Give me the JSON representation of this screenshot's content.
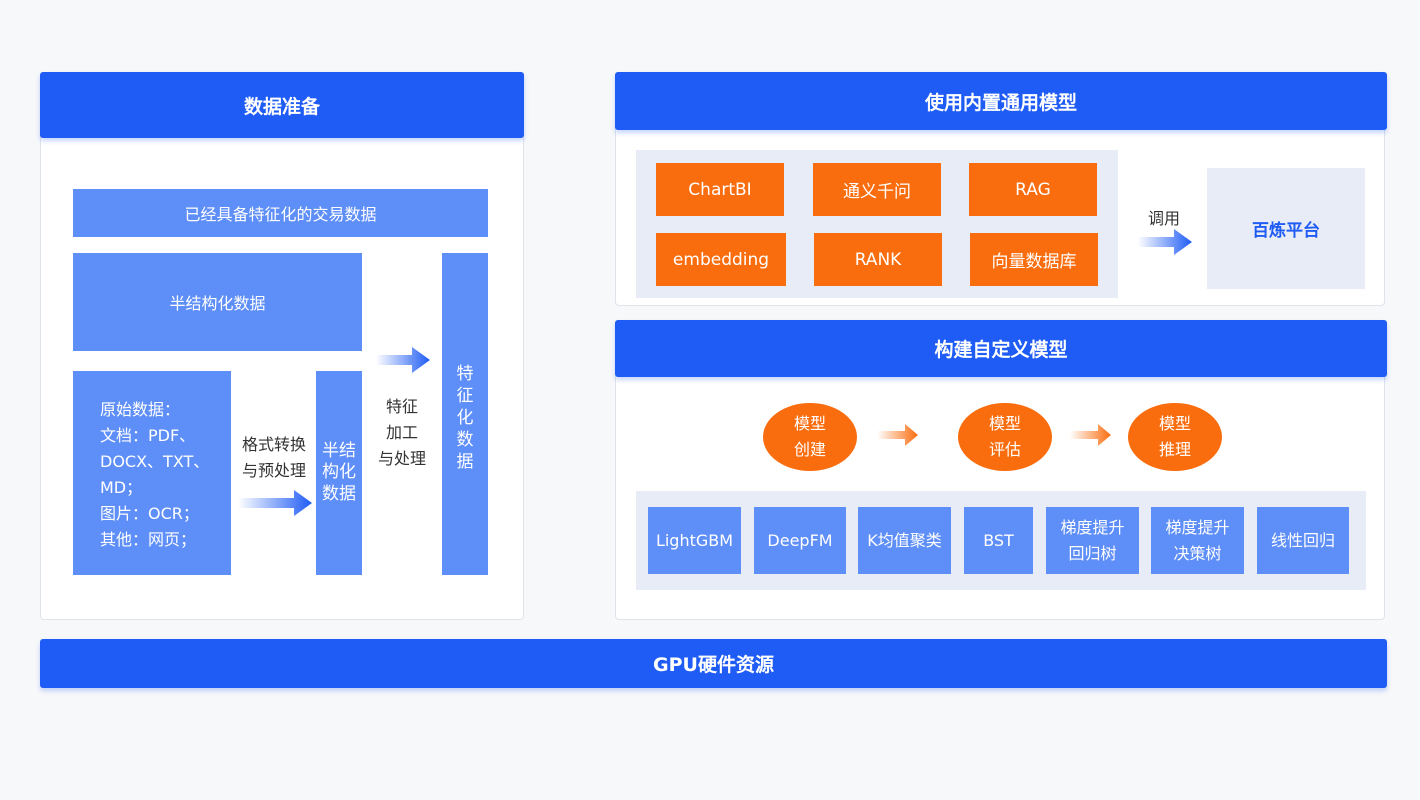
{
  "colors": {
    "header_blue": "#1f5cf5",
    "box_blue": "#5e8ef7",
    "orange": "#fa6d0e",
    "light_grey_bg": "#e8ecf6"
  },
  "data_prep": {
    "title": "数据准备",
    "featured_trade_data": "已经具备特征化的交易数据",
    "semi_structured": "半结构化数据",
    "raw_data": {
      "lines": [
        "原始数据：",
        "文档：PDF、",
        "DOCX、TXT、",
        "MD；",
        "图片：OCR；",
        "其他：网页；"
      ]
    },
    "format_convert": [
      "格式转换",
      "与预处理"
    ],
    "semi_structured_vertical": [
      "半结",
      "构化",
      "数据"
    ],
    "feature_process": [
      "特征",
      "加工",
      "与处理"
    ],
    "featurized_vertical": [
      "特",
      "征",
      "化",
      "数",
      "据"
    ]
  },
  "builtin_models": {
    "title": "使用内置通用模型",
    "items": [
      "ChartBI",
      "通义千问",
      "RAG",
      "embedding",
      "RANK",
      "向量数据库"
    ],
    "invoke_label": "调用",
    "platform": "百炼平台"
  },
  "custom_models": {
    "title": "构建自定义模型",
    "steps": [
      [
        "模型",
        "创建"
      ],
      [
        "模型",
        "评估"
      ],
      [
        "模型",
        "推理"
      ]
    ],
    "algorithms": [
      [
        "LightGBM"
      ],
      [
        "DeepFM"
      ],
      [
        "K均值聚类"
      ],
      [
        "BST"
      ],
      [
        "梯度提升",
        "回归树"
      ],
      [
        "梯度提升",
        "决策树"
      ],
      [
        "线性回归"
      ]
    ]
  },
  "gpu": {
    "title": "GPU硬件资源"
  }
}
